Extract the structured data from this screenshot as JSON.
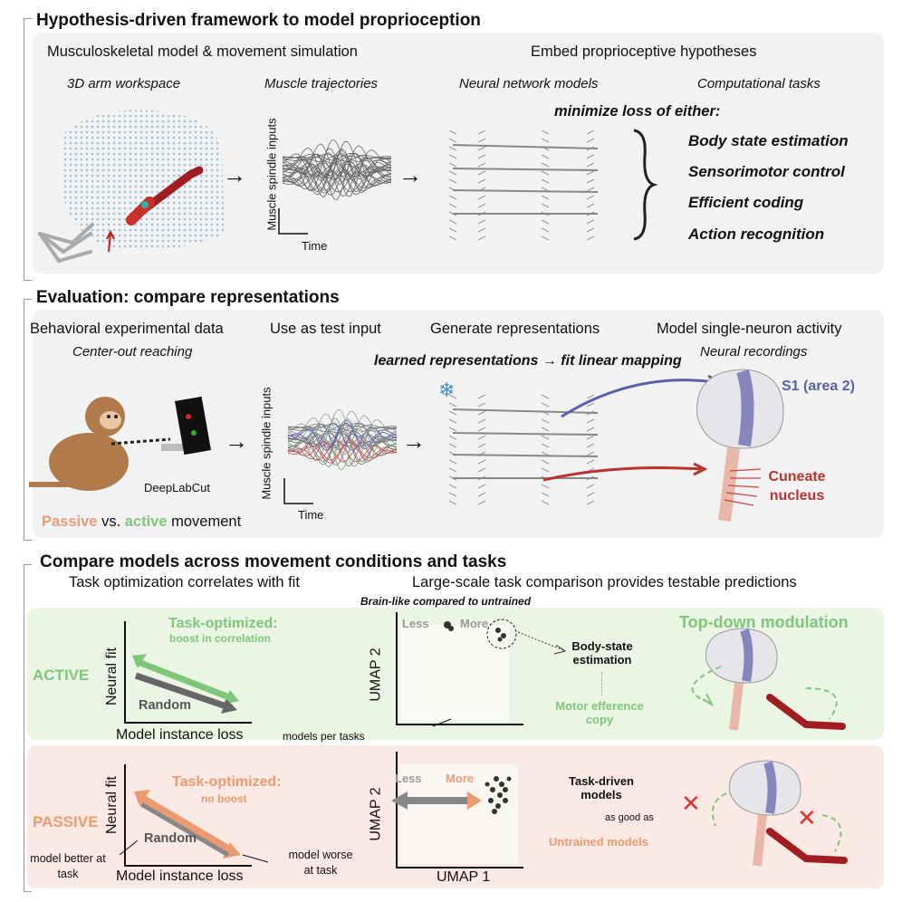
{
  "section1": {
    "title": "Hypothesis-driven framework to model proprioception",
    "left_header": "Musculoskeletal model & movement simulation",
    "right_header": "Embed proprioceptive hypotheses",
    "sub_workspace": "3D arm workspace",
    "sub_muscle": "Muscle trajectories",
    "sub_nn": "Neural network models",
    "sub_tasks": "Computational tasks",
    "minimize": "minimize loss of either:",
    "tasks": [
      "Body state estimation",
      "Sensorimotor control",
      "Efficient coding",
      "Action recognition"
    ],
    "ylabel": "Muscle spindle inputs",
    "xlabel": "Time"
  },
  "section2": {
    "title": "Evaluation: compare representations",
    "col1": "Behavioral experimental data",
    "col1_sub": "Center-out reaching",
    "col2": "Use as test input",
    "col3": "Generate representations",
    "col4": "Model single-neuron activity",
    "col4_sub": "Neural recordings",
    "mapping": "learned representations → fit linear mapping",
    "deeplabcut": "DeepLabCut",
    "passive_word": "Passive",
    "vs_word": " vs. ",
    "active_word": "active",
    "movement_word": " movement",
    "ylabel": "Muscle spindle inputs",
    "xlabel": "Time",
    "s1": "S1 (area 2)",
    "cuneate": "Cuneate nucleus"
  },
  "section3": {
    "title": "Compare models across movement conditions and tasks",
    "left_header": "Task optimization correlates with fit",
    "right_header": "Large-scale task comparison provides testable predictions",
    "brainlike": "Brain-like compared to untrained",
    "active": {
      "label": "ACTIVE",
      "task_opt": "Task-optimized:",
      "task_sub": "boost in correlation",
      "random": "Random",
      "neural_fit": "Neural fit",
      "model_loss": "Model instance loss",
      "umap2": "UMAP 2",
      "less": "Less",
      "more": "More",
      "models_per_tasks": "models per tasks",
      "body_state": "Body-state estimation",
      "motor_eff": "Motor efference copy",
      "topdown": "Top-down modulation"
    },
    "passive": {
      "label": "PASSIVE",
      "task_opt": "Task-optimized:",
      "task_sub": "no boost",
      "random": "Random",
      "neural_fit": "Neural fit",
      "model_loss": "Model instance loss",
      "better": "model better at task",
      "worse": "model worse at task",
      "umap2": "UMAP 2",
      "umap1": "UMAP 1",
      "less": "Less",
      "more": "More",
      "task_driven": "Task-driven models",
      "as_good": "as good as",
      "untrained": "Untrained models"
    }
  },
  "colors": {
    "green": "#7fc67a",
    "orange": "#ec9a72",
    "blue": "#5a62a8",
    "red": "#b9342e",
    "active_bg": "#eaf6e3",
    "passive_bg": "#fbe9e3"
  }
}
